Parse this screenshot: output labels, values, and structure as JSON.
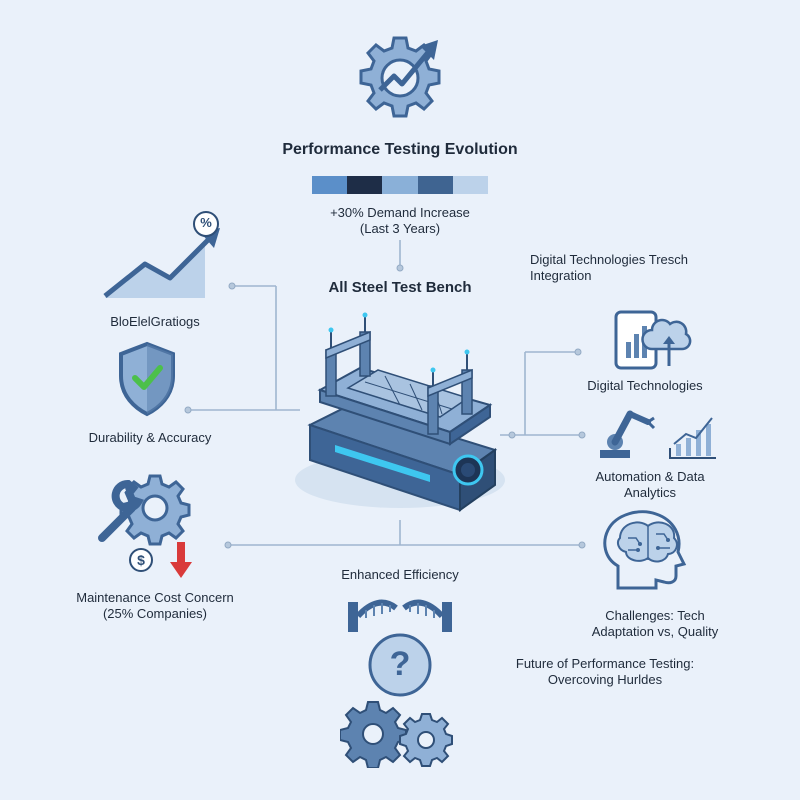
{
  "title": "Performance Testing Evolution",
  "demand": {
    "line1": "+30% Demand Increase",
    "line2": "(Last 3 Years)"
  },
  "legend_colors": [
    "#5b8fc9",
    "#1e2d47",
    "#8ab0d8",
    "#3f6491",
    "#bcd2ea"
  ],
  "center": {
    "label": "All Steel Test Bench"
  },
  "left": {
    "growth": {
      "label": "BloElelGratiogs",
      "badge": "%"
    },
    "durability": {
      "label": "Durability & Accuracy"
    },
    "maintenance": {
      "line1": "Maintenance Cost Concern",
      "line2": "(25% Companies)",
      "badge": "$"
    }
  },
  "right": {
    "integration": {
      "line1": "Digital Technologies Tresch",
      "line2": "Integration"
    },
    "digital": {
      "label": "Digital Technologies"
    },
    "automation": {
      "line1": "Automation & Data",
      "line2": "Analytics"
    },
    "challenges": {
      "line1": "Challenges: Tech",
      "line2": "Adaptation vs, Quality"
    },
    "future": {
      "line1": "Future of Performance Testing:",
      "line2": "Overcoving Hurldes"
    }
  },
  "bottom": {
    "efficiency": "Enhanced Efficiency",
    "question_glyph": "?"
  },
  "colors": {
    "background": "#eaf1fa",
    "primary": "#3e6596",
    "light": "#8fb0d6",
    "accent_green": "#4cc04a",
    "accent_red": "#d93a3a",
    "glow": "#3ec7f0"
  }
}
